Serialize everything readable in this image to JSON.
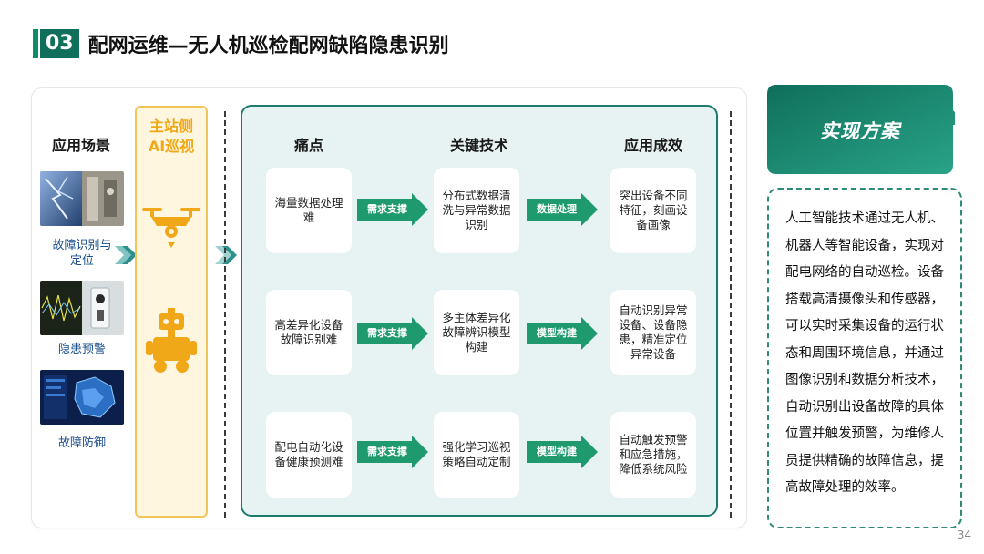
{
  "header": {
    "number": "03",
    "title": "配网运维—无人机巡检配网缺陷隐患识别"
  },
  "scenarios": {
    "heading": "应用场景",
    "items": [
      {
        "label_line1": "故障识别与",
        "label_line2": "定位"
      },
      {
        "label_line1": "隐患预警",
        "label_line2": ""
      },
      {
        "label_line1": "故障防御",
        "label_line2": ""
      }
    ]
  },
  "station": {
    "line1": "主站侧",
    "line2": "AI巡视"
  },
  "columns": {
    "pain": "痛点",
    "tech": "关键技术",
    "result": "应用成效"
  },
  "rows": [
    {
      "pain": "海量数据处理难",
      "arrow1": "需求支撑",
      "tech": "分布式数据清洗与异常数据识别",
      "arrow2": "数据处理",
      "result": "突出设备不同特征，刻画设备画像"
    },
    {
      "pain": "高差异化设备故障识别难",
      "arrow1": "需求支撑",
      "tech": "多主体差异化故障辨识模型构建",
      "arrow2": "模型构建",
      "result": "自动识别异常设备、设备隐患，精准定位异常设备"
    },
    {
      "pain": "配电自动化设备健康预测难",
      "arrow1": "需求支撑",
      "tech": "强化学习巡视策略自动定制",
      "arrow2": "模型构建",
      "result": "自动触发预警和应急措施，降低系统风险"
    }
  ],
  "solution": {
    "title": "实现方案",
    "text": "人工智能技术通过无人机、机器人等智能设备，实现对配电网络的自动巡检。设备搭载高清摄像头和传感器，可以实时采集设备的运行状态和周围环境信息，并通过图像识别和数据分析技术，自动识别出设备故障的具体位置并触发预警，为维修人员提供精确的故障信息，提高故障处理的效率。"
  },
  "page_number": "34",
  "colors": {
    "teal_dark": "#0f6f5a",
    "teal": "#1f8a78",
    "arrow_green": "#1f9a6e",
    "amber": "#f0a818",
    "label_blue": "#1b4f8c"
  }
}
